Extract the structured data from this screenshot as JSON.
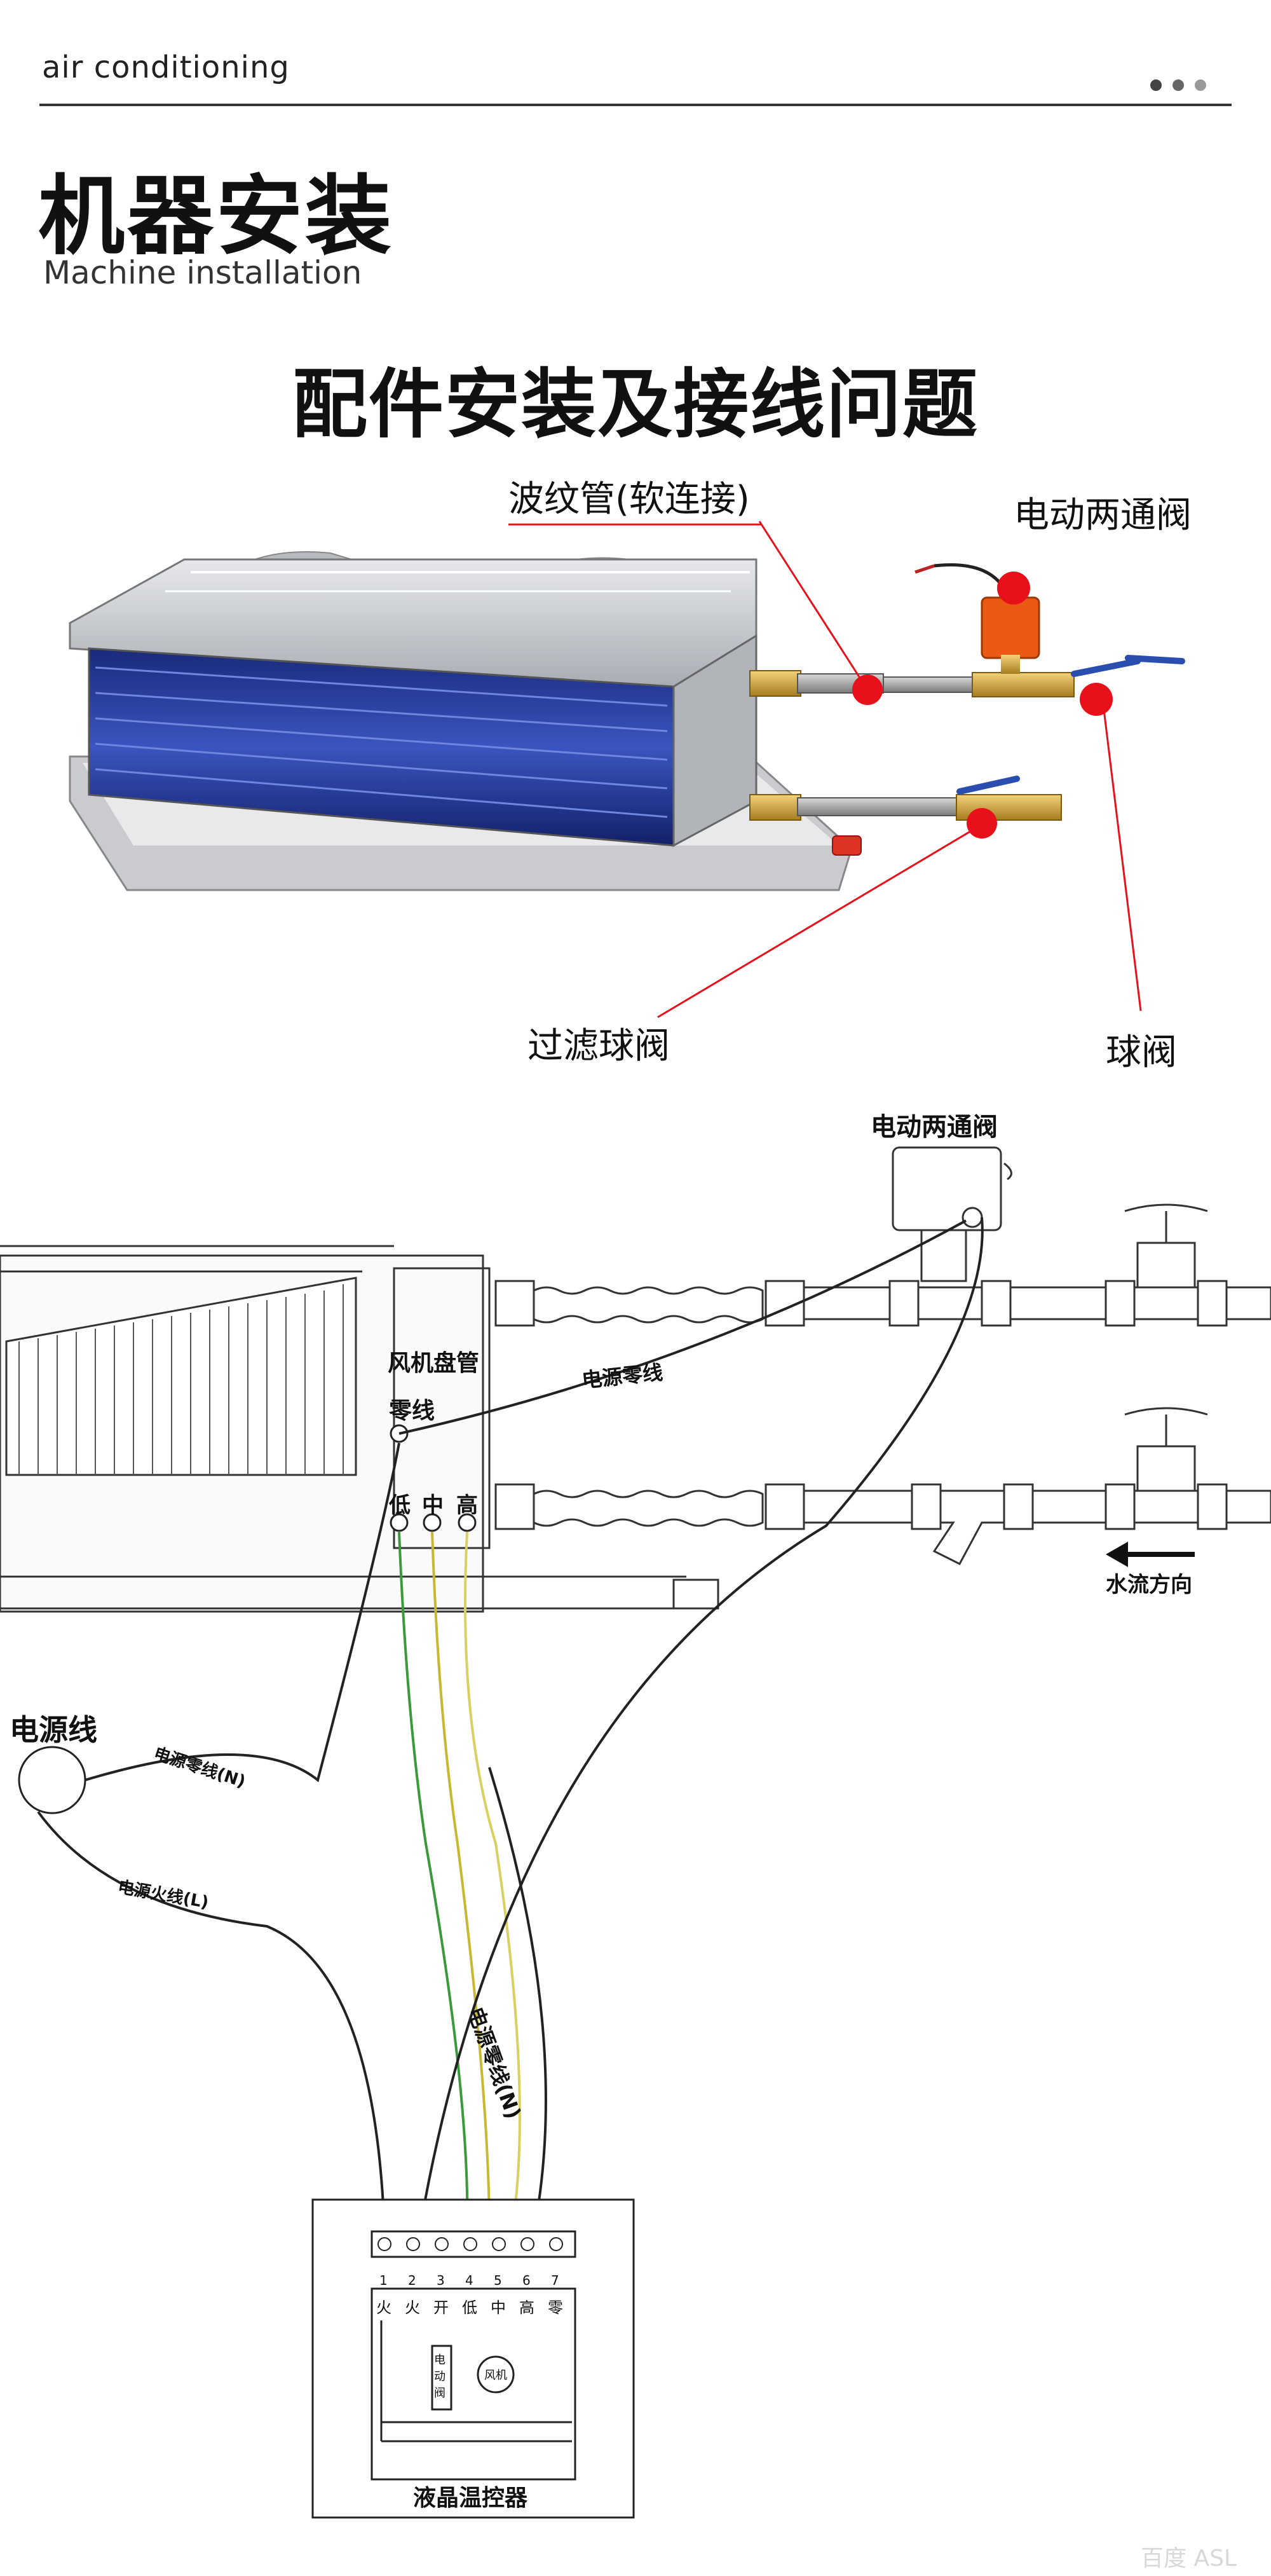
{
  "header": {
    "brand": "air conditioning",
    "dots": [
      "#444444",
      "#666666",
      "#999999"
    ]
  },
  "section": {
    "title_cn": "机器安装",
    "title_en": "Machine installation",
    "subtitle": "配件安装及接线问题"
  },
  "photo_labels": {
    "bellows": "波纹管(软连接)",
    "motor_valve": "电动两通阀",
    "filter_valve": "过滤球阀",
    "ball_valve": "球阀",
    "marker_color": "#e8101a"
  },
  "diagram_labels": {
    "motor_valve": "电动两通阀",
    "fan_coil": "风机盘管",
    "neutral": "零线",
    "power_neutral_top": "电源零线",
    "low": "低",
    "mid": "中",
    "high": "高",
    "water_flow": "水流方向",
    "power_line": "电源线",
    "power_neutral_n": "电源零线(N)",
    "power_live_l": "电源火线(L)",
    "power_neutral_n_right": "电源零线(N)",
    "thermostat": "液晶温控器",
    "terminal_numbers": [
      "1",
      "2",
      "3",
      "4",
      "5",
      "6",
      "7"
    ],
    "terminal_labels": [
      "火",
      "火",
      "开",
      "低",
      "中",
      "高",
      "零"
    ],
    "inner_motor_valve": "电动阀",
    "inner_fan": "风机"
  },
  "watermark": "百度 ASL"
}
